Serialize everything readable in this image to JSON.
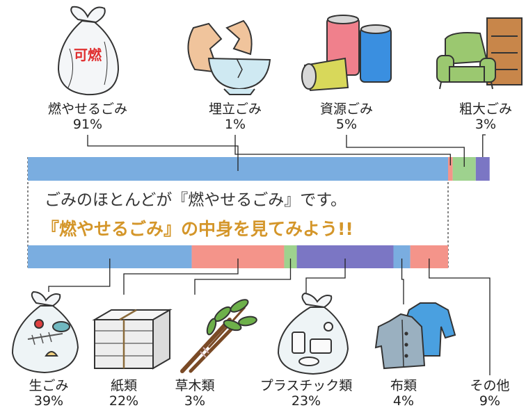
{
  "chart_data": [
    {
      "type": "bar",
      "orientation": "horizontal-stacked",
      "unit": "%",
      "categories": [
        "燃やせるごみ",
        "埋立ごみ",
        "資源ごみ",
        "粗大ごみ"
      ],
      "values": [
        91,
        1,
        5,
        3
      ],
      "labels": [
        "91%",
        "1%",
        "5%",
        "3%"
      ],
      "colors": [
        "#7aade0",
        "#f4948a",
        "#9ed28e",
        "#7b76c4"
      ]
    },
    {
      "type": "bar",
      "orientation": "horizontal-stacked",
      "unit": "%",
      "categories": [
        "生ごみ",
        "紙類",
        "草木類",
        "プラスチック類",
        "布類",
        "その他"
      ],
      "values": [
        39,
        22,
        3,
        23,
        4,
        9
      ],
      "labels": [
        "39%",
        "22%",
        "3%",
        "23%",
        "4%",
        "9%"
      ],
      "colors": [
        "#7aade0",
        "#f4948a",
        "#9ed28e",
        "#7b76c4",
        "#7aade0",
        "#f4948a"
      ]
    }
  ],
  "message": {
    "line1": "ごみのほとんどが『燃やせるごみ』です。",
    "line2": "『燃やせるごみ』の中身を見てみよう!!"
  },
  "icons": {
    "top": [
      "trash-bag-icon",
      "broken-bowl-icon",
      "cans-icon",
      "sofa-icon"
    ],
    "bottom": [
      "food-waste-bag-icon",
      "paper-stack-icon",
      "branches-icon",
      "plastic-bag-icon",
      "clothes-icon"
    ],
    "bag_text": "可燃"
  }
}
